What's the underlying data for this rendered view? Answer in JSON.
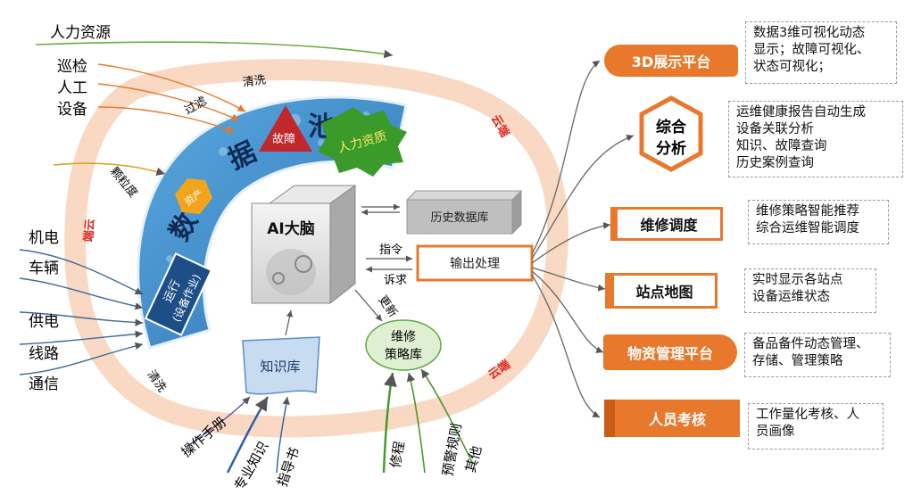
{
  "inputs": {
    "hr": "人力资源",
    "patrol": "巡检",
    "manual": "人工",
    "equipment": "设备",
    "electromech": "机电",
    "vehicle": "车辆",
    "power": "供电",
    "line": "线路",
    "comm": "通信"
  },
  "process_labels": {
    "filter": "过滤",
    "clean_top": "清洗",
    "granularity": "颗粒度",
    "clean_bottom": "清洗",
    "edge_left": "端云",
    "cloud_right_top": "云端",
    "cloud_right_bottom": "云端"
  },
  "pool": {
    "char1": "数",
    "char2": "据",
    "char3": "池",
    "fault": "故障",
    "hr_quality": "人力资质",
    "asset": "资产",
    "operation_line1": "运行",
    "operation_line2": "(设备作业)"
  },
  "core": {
    "ai_brain": "AI大脑",
    "history_db": "历史数据库",
    "output": "输出处理",
    "instruction": "指令",
    "appeal": "诉求",
    "update": "更新",
    "knowledge_base": "知识库",
    "strategy_line1": "维修",
    "strategy_line2": "策略库"
  },
  "knowledge_sources": {
    "manual_book": "操作手册",
    "expertise": "专业知识",
    "guide": "指导书",
    "procedure": "修程",
    "warning_rule": "预警规则",
    "other": "其他"
  },
  "platforms": [
    {
      "label": "3D展示平台",
      "desc": [
        "数据3维可视化动态",
        "显示；故障可视化、",
        "状态可视化；"
      ]
    },
    {
      "label_line1": "综合",
      "label_line2": "分析",
      "desc": [
        "运维健康报告自动生成",
        "设备关联分析",
        "知识、故障查询",
        "历史案例查询"
      ]
    },
    {
      "label": "维修调度",
      "desc": [
        "维修策略智能推荐",
        "综合运维智能调度"
      ]
    },
    {
      "label": "站点地图",
      "desc": [
        "实时显示各站点",
        "设备运维状态"
      ]
    },
    {
      "label": "物资管理平台",
      "desc": [
        "备品备件动态管理、",
        "存储、管理策略"
      ]
    },
    {
      "label": "人员考核",
      "desc": [
        "工作量化考核、人",
        "员画像"
      ]
    }
  ],
  "colors": {
    "accent_orange": "#e8782c",
    "pool_blue": "#3f8fcf",
    "fault_red": "#c0282d",
    "hr_green": "#3a9a2a",
    "asset_yellow": "#f2a51c",
    "edge_red": "#e0261b",
    "ring_peach": "#f9d9c4"
  }
}
